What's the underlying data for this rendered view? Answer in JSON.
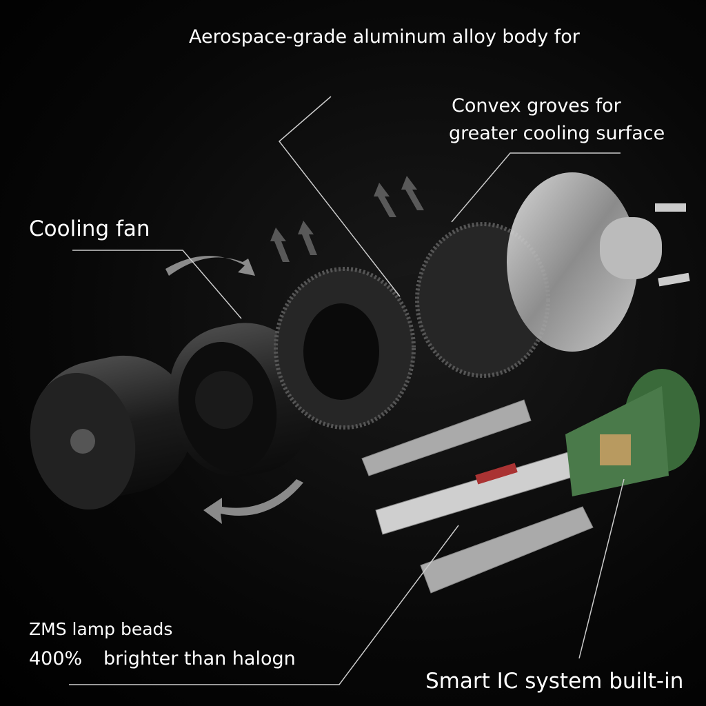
{
  "labels": {
    "body": "Aerospace-grade aluminum alloy body for",
    "groves_line1": "Convex groves for",
    "groves_line2": "greater cooling surface",
    "fan": "Cooling fan",
    "beads_line1": "ZMS lamp beads",
    "beads_percent": "400%",
    "beads_line2": "brighter than halogn",
    "ic": "Smart IC system built-in"
  },
  "colors": {
    "background": "#000000",
    "text": "#ffffff",
    "metal": "#c8c8c8",
    "dark_metal": "#2a2a2a"
  }
}
